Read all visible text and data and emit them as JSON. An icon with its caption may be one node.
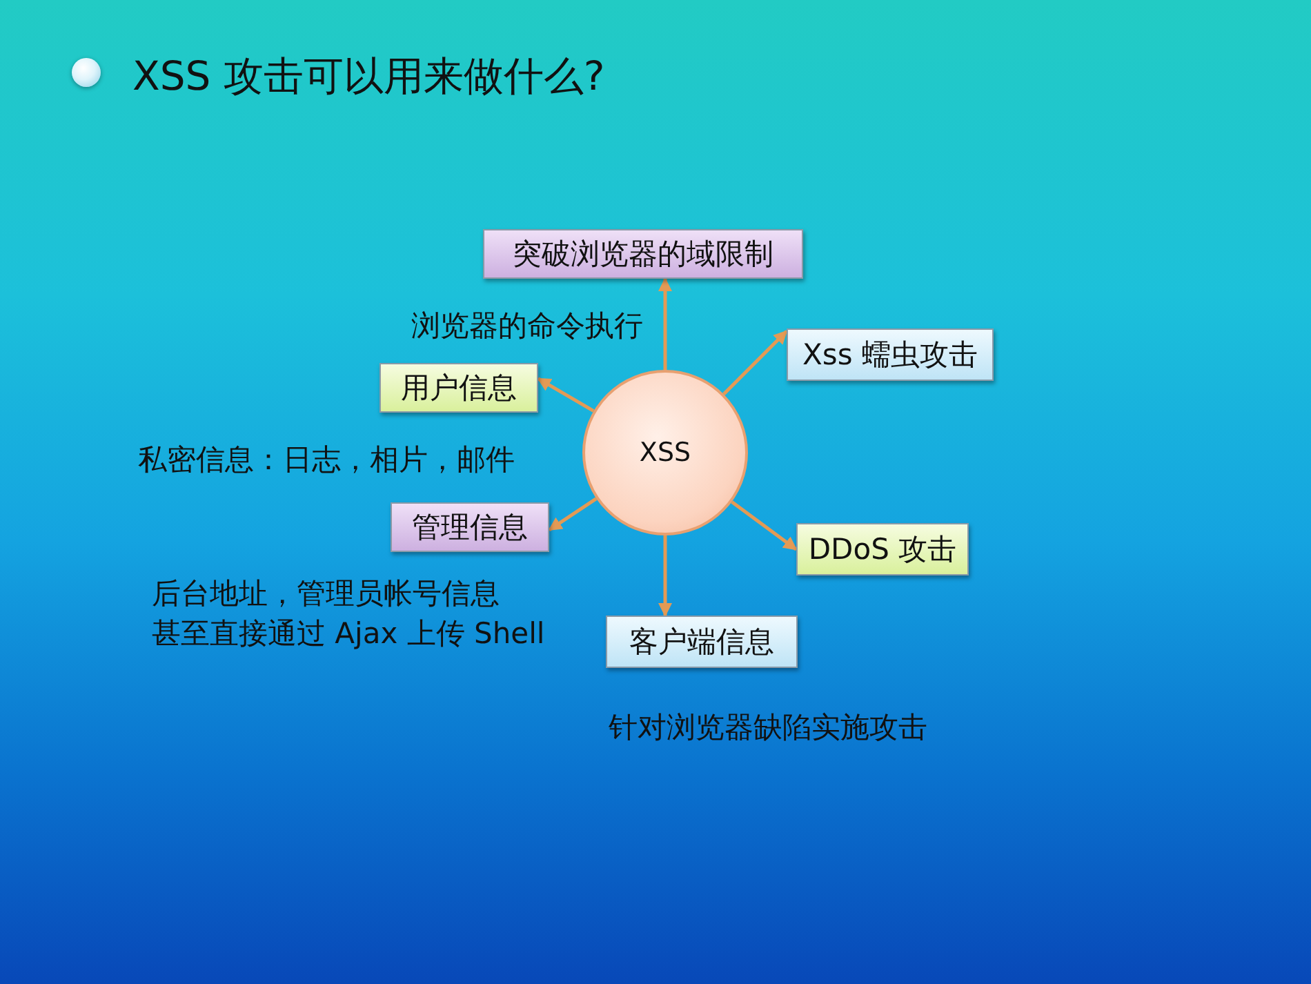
{
  "diagram": {
    "title": "XSS 攻击可以用来做什么?",
    "nodes": [
      {
        "text": [
          "突破浏览器的域限制"
        ]
      },
      {
        "text": [
          "Xss 蠕虫攻击"
        ]
      },
      {
        "text": [
          "用户信息"
        ]
      },
      {
        "text": [
          "XSS"
        ]
      },
      {
        "text": [
          "管理信息"
        ]
      },
      {
        "text": [
          "DDoS 攻击"
        ]
      },
      {
        "text": [
          "客户端信息"
        ]
      }
    ],
    "edges": [
      {
        "from": 3,
        "to": 0,
        "arrow": "to"
      },
      {
        "from": 3,
        "to": 1,
        "arrow": "to"
      },
      {
        "from": 3,
        "to": 2,
        "arrow": "to"
      },
      {
        "from": 3,
        "to": 4,
        "arrow": "to"
      },
      {
        "from": 3,
        "to": 5,
        "arrow": "to"
      },
      {
        "from": 3,
        "to": 6,
        "arrow": "to"
      }
    ],
    "labels": [
      "浏览器的命令执行",
      "私密信息：日志，相片，邮件",
      "后台地址，管理员帐号信息",
      "甚至直接通过 Ajax 上传 Shell",
      "针对浏览器缺陷实施攻击"
    ]
  }
}
